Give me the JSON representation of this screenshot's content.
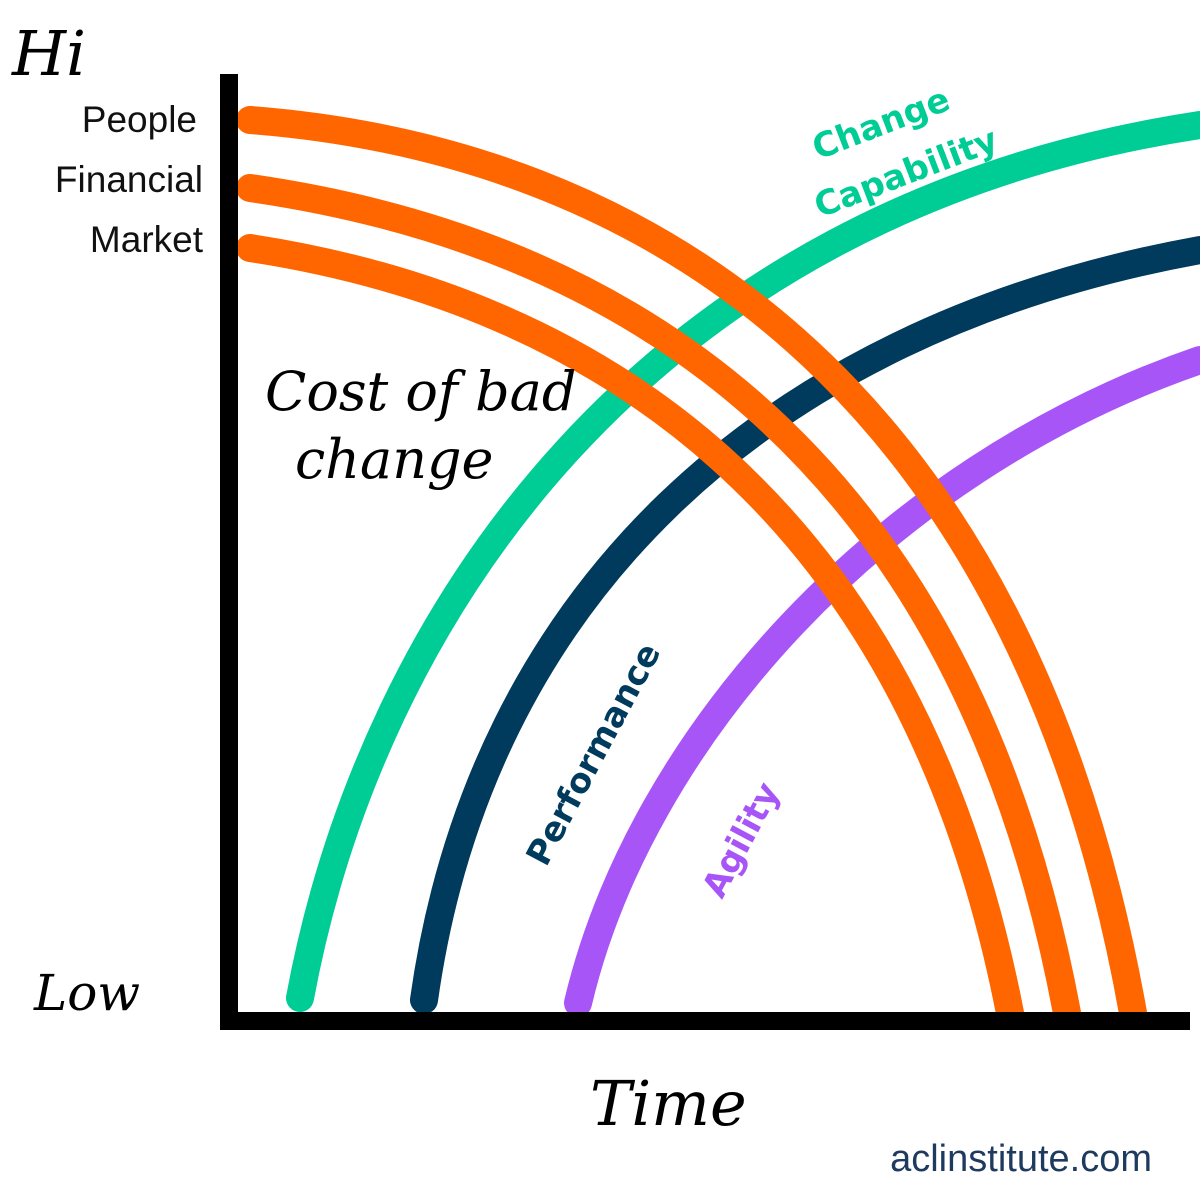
{
  "axis": {
    "y_high": "Hi",
    "y_low": "Low",
    "x_label": "Time"
  },
  "y_levels": [
    "People",
    "Financial",
    "Market"
  ],
  "cost_label_line1": "Cost of bad",
  "cost_label_line2": "change",
  "curves": {
    "change_capability": {
      "line1": "Change",
      "line2": "Capability",
      "color": "#00CC96"
    },
    "performance": {
      "label": "Performance",
      "color": "#003A5C"
    },
    "agility": {
      "label": "Agility",
      "color": "#A855F7"
    },
    "cost_lines": {
      "color": "#FF6600"
    }
  },
  "footer": {
    "website": "aclinstitute.com",
    "color": "#1E3A5F"
  }
}
